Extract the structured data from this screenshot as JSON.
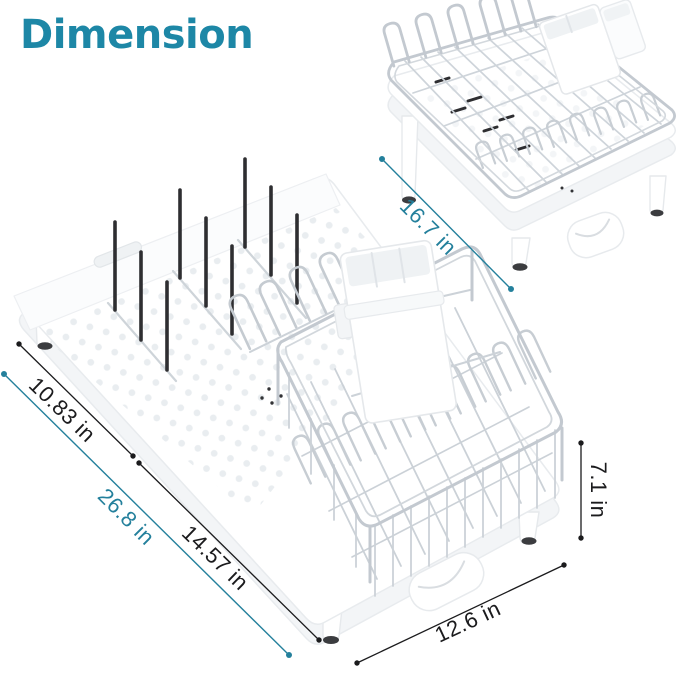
{
  "title": {
    "text": "Dimension"
  },
  "colors": {
    "title_teal": "#1d87a6",
    "accent_teal": "#24809c",
    "measure_black": "#1b1b1d",
    "wire_gray": "#c3c9d0",
    "peg_black": "#2e2e31"
  },
  "dimension_labels": {
    "small_rack_length": "16.7 in",
    "tray_width": "10.83 in",
    "total_length": "26.8 in",
    "basket_length": "14.57 in",
    "height": "7.1 in",
    "depth": "12.6 in"
  }
}
